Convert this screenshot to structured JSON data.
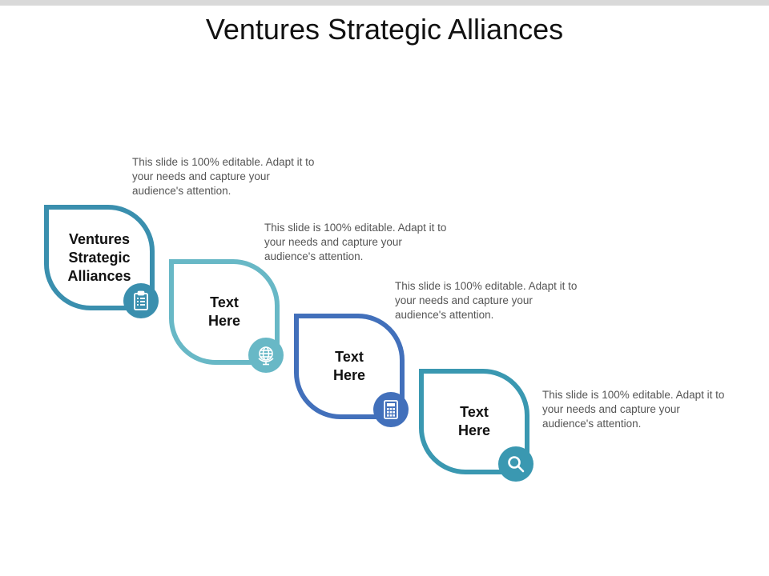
{
  "slide": {
    "title": "Ventures Strategic Alliances"
  },
  "steps": [
    {
      "label": "Ventures\nStrategic\nAlliances",
      "description": "This slide is 100% editable. Adapt it to your needs and capture your audience's attention.",
      "icon": "clipboard-icon",
      "color": "#3a8fae"
    },
    {
      "label": "Text\nHere",
      "description": "This slide is 100% editable. Adapt it to your needs and capture your audience's attention.",
      "icon": "globe-icon",
      "color": "#68b8c6"
    },
    {
      "label": "Text\nHere",
      "description": "This slide is 100% editable. Adapt it to your needs and capture your audience's attention.",
      "icon": "calculator-icon",
      "color": "#4270bb"
    },
    {
      "label": "Text\nHere",
      "description": "This slide is 100% editable. Adapt it to your needs and capture your audience's attention.",
      "icon": "magnifier-icon",
      "color": "#3a98b1"
    }
  ]
}
